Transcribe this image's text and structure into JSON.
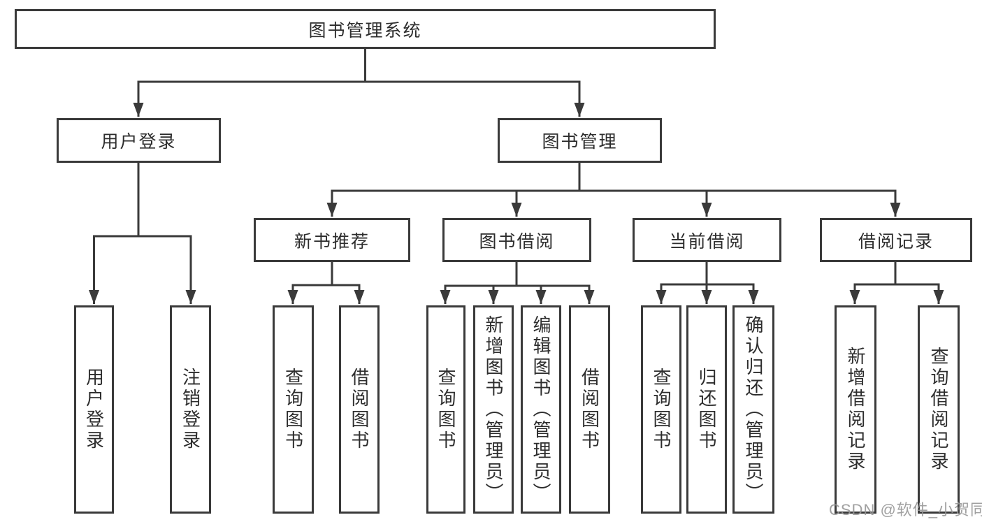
{
  "diagram": {
    "title_node": "图书管理系统",
    "nodes": {
      "root": "图书管理系统",
      "user_login": "用户登录",
      "book_management": "图书管理",
      "new_book_recommend": "新书推荐",
      "book_borrow": "图书借阅",
      "current_borrow": "当前借阅",
      "borrow_records": "借阅记录",
      "leaf_user_login": "用户登录",
      "leaf_logout": "注销登录",
      "nb_query_book": "查询图书",
      "nb_borrow_book": "借阅图书",
      "bb_query_book": "查询图书",
      "bb_add_book": "新增图书（管理员）",
      "bb_edit_book": "编辑图书（管理员）",
      "bb_borrow_book": "借阅图书",
      "cb_query_book": "查询图书",
      "cb_return_book": "归还图书",
      "cb_confirm_return": "确认归还（管理员）",
      "br_add_record": "新增借阅记录",
      "br_query_record": "查询借阅记录"
    },
    "edges": [
      [
        "root",
        "user_login"
      ],
      [
        "root",
        "book_management"
      ],
      [
        "user_login",
        "leaf_user_login"
      ],
      [
        "user_login",
        "leaf_logout"
      ],
      [
        "book_management",
        "new_book_recommend"
      ],
      [
        "book_management",
        "book_borrow"
      ],
      [
        "book_management",
        "current_borrow"
      ],
      [
        "book_management",
        "borrow_records"
      ],
      [
        "new_book_recommend",
        "nb_query_book"
      ],
      [
        "new_book_recommend",
        "nb_borrow_book"
      ],
      [
        "book_borrow",
        "bb_query_book"
      ],
      [
        "book_borrow",
        "bb_add_book"
      ],
      [
        "book_borrow",
        "bb_edit_book"
      ],
      [
        "book_borrow",
        "bb_borrow_book"
      ],
      [
        "current_borrow",
        "cb_query_book"
      ],
      [
        "current_borrow",
        "cb_return_book"
      ],
      [
        "current_borrow",
        "cb_confirm_return"
      ],
      [
        "borrow_records",
        "br_add_record"
      ],
      [
        "borrow_records",
        "br_query_record"
      ]
    ],
    "colors": {
      "line": "#3a3a3a",
      "box_border": "#3a3a3a",
      "box_fill": "#ffffff",
      "text": "#2d2d2d",
      "watermark": "#969696"
    }
  },
  "watermark": "CSDN @软件_小贺同学"
}
